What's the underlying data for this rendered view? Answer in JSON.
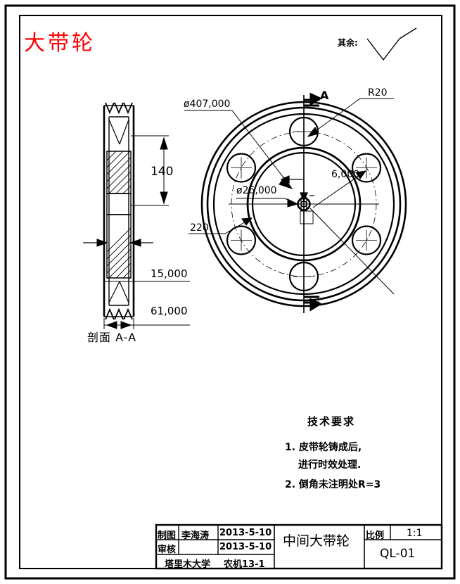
{
  "drawing": {
    "red_title": "大带轮",
    "surface_note_label": "其余:",
    "section_caption": "剖面 A-A",
    "section_arrow_label": "A"
  },
  "front_view": {
    "dim_outer_diameter": "ø407,000",
    "dim_radius": "R20",
    "dim_bore": "ø26,000",
    "dim_bolt_circle": "220",
    "dim_hole": "6,000"
  },
  "section_view": {
    "dim_height": "140",
    "dim_web": "15,000",
    "dim_width": "61,000"
  },
  "tech_requirements": {
    "heading": "技术要求",
    "items": [
      "1. 皮带轮铸成后,",
      "进行时效处理.",
      "2.  倒角未注明处R=3"
    ]
  },
  "title_block": {
    "row1_label": "制图",
    "row1_name": "李海涛",
    "row1_date": "2013-5-10",
    "row2_label": "审核",
    "row2_name": "",
    "row2_date": "2013-5-10",
    "row3_school": "塔里木大学",
    "row3_class": "农机13-1",
    "part_name": "中间大带轮",
    "scale_label": "比例",
    "scale_value": "1:1",
    "drawing_number": "QL-01"
  },
  "colors": {
    "title_red": "#ff0000",
    "line_black": "#000000",
    "paper": "#ffffff"
  }
}
